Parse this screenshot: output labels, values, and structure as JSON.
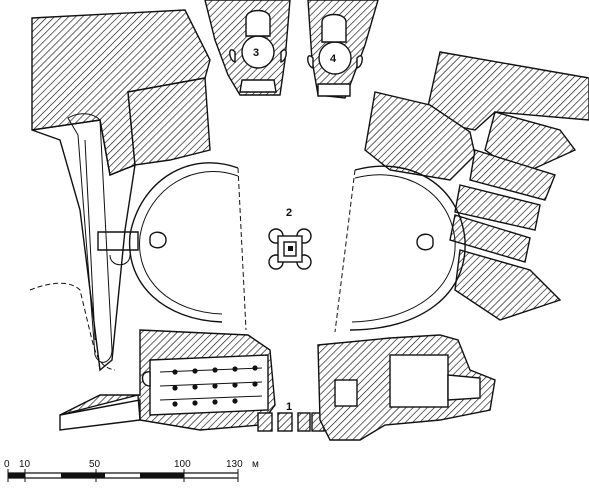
{
  "markers": [
    {
      "id": "1",
      "label": "1"
    },
    {
      "id": "2",
      "label": "2"
    },
    {
      "id": "3",
      "label": "3"
    },
    {
      "id": "4",
      "label": "4"
    }
  ],
  "scale": {
    "ticks": [
      "0",
      "10",
      "50",
      "100",
      "130"
    ],
    "unit": "м"
  },
  "colors": {
    "ink": "#111111",
    "paper": "#ffffff"
  }
}
